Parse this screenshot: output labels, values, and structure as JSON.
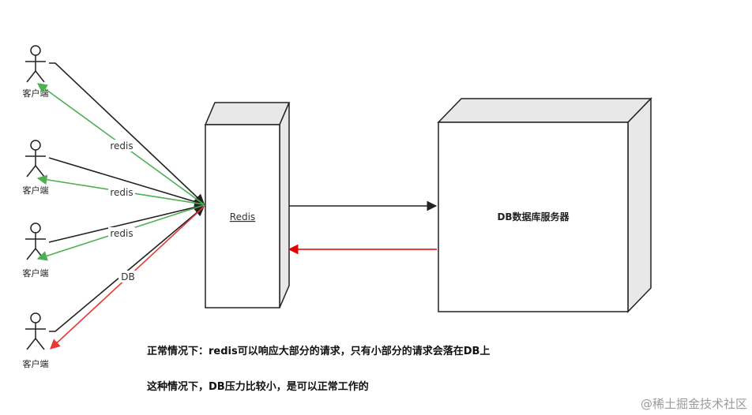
{
  "diagram": {
    "client_label": "客户端",
    "redis_node_label": "Redis",
    "db_node_label": "DB数据库服务器",
    "edge_labels": {
      "c1": "redis",
      "c2": "redis",
      "c3": "redis",
      "c4": "DB"
    },
    "colors": {
      "request": "#222222",
      "redis_response": "#4caf50",
      "db_response": "#e53935",
      "db_return": "#e00000",
      "box_fill": "#ffffff",
      "box_side": "#e8e8e8",
      "stroke": "#222222"
    }
  },
  "notes": {
    "line1": "正常情况下：redis可以响应大部分的请求，只有小部分的请求会落在DB上",
    "line2": "这种情况下，DB压力比较小，是可以正常工作的"
  },
  "watermark": "@稀土掘金技术社区"
}
